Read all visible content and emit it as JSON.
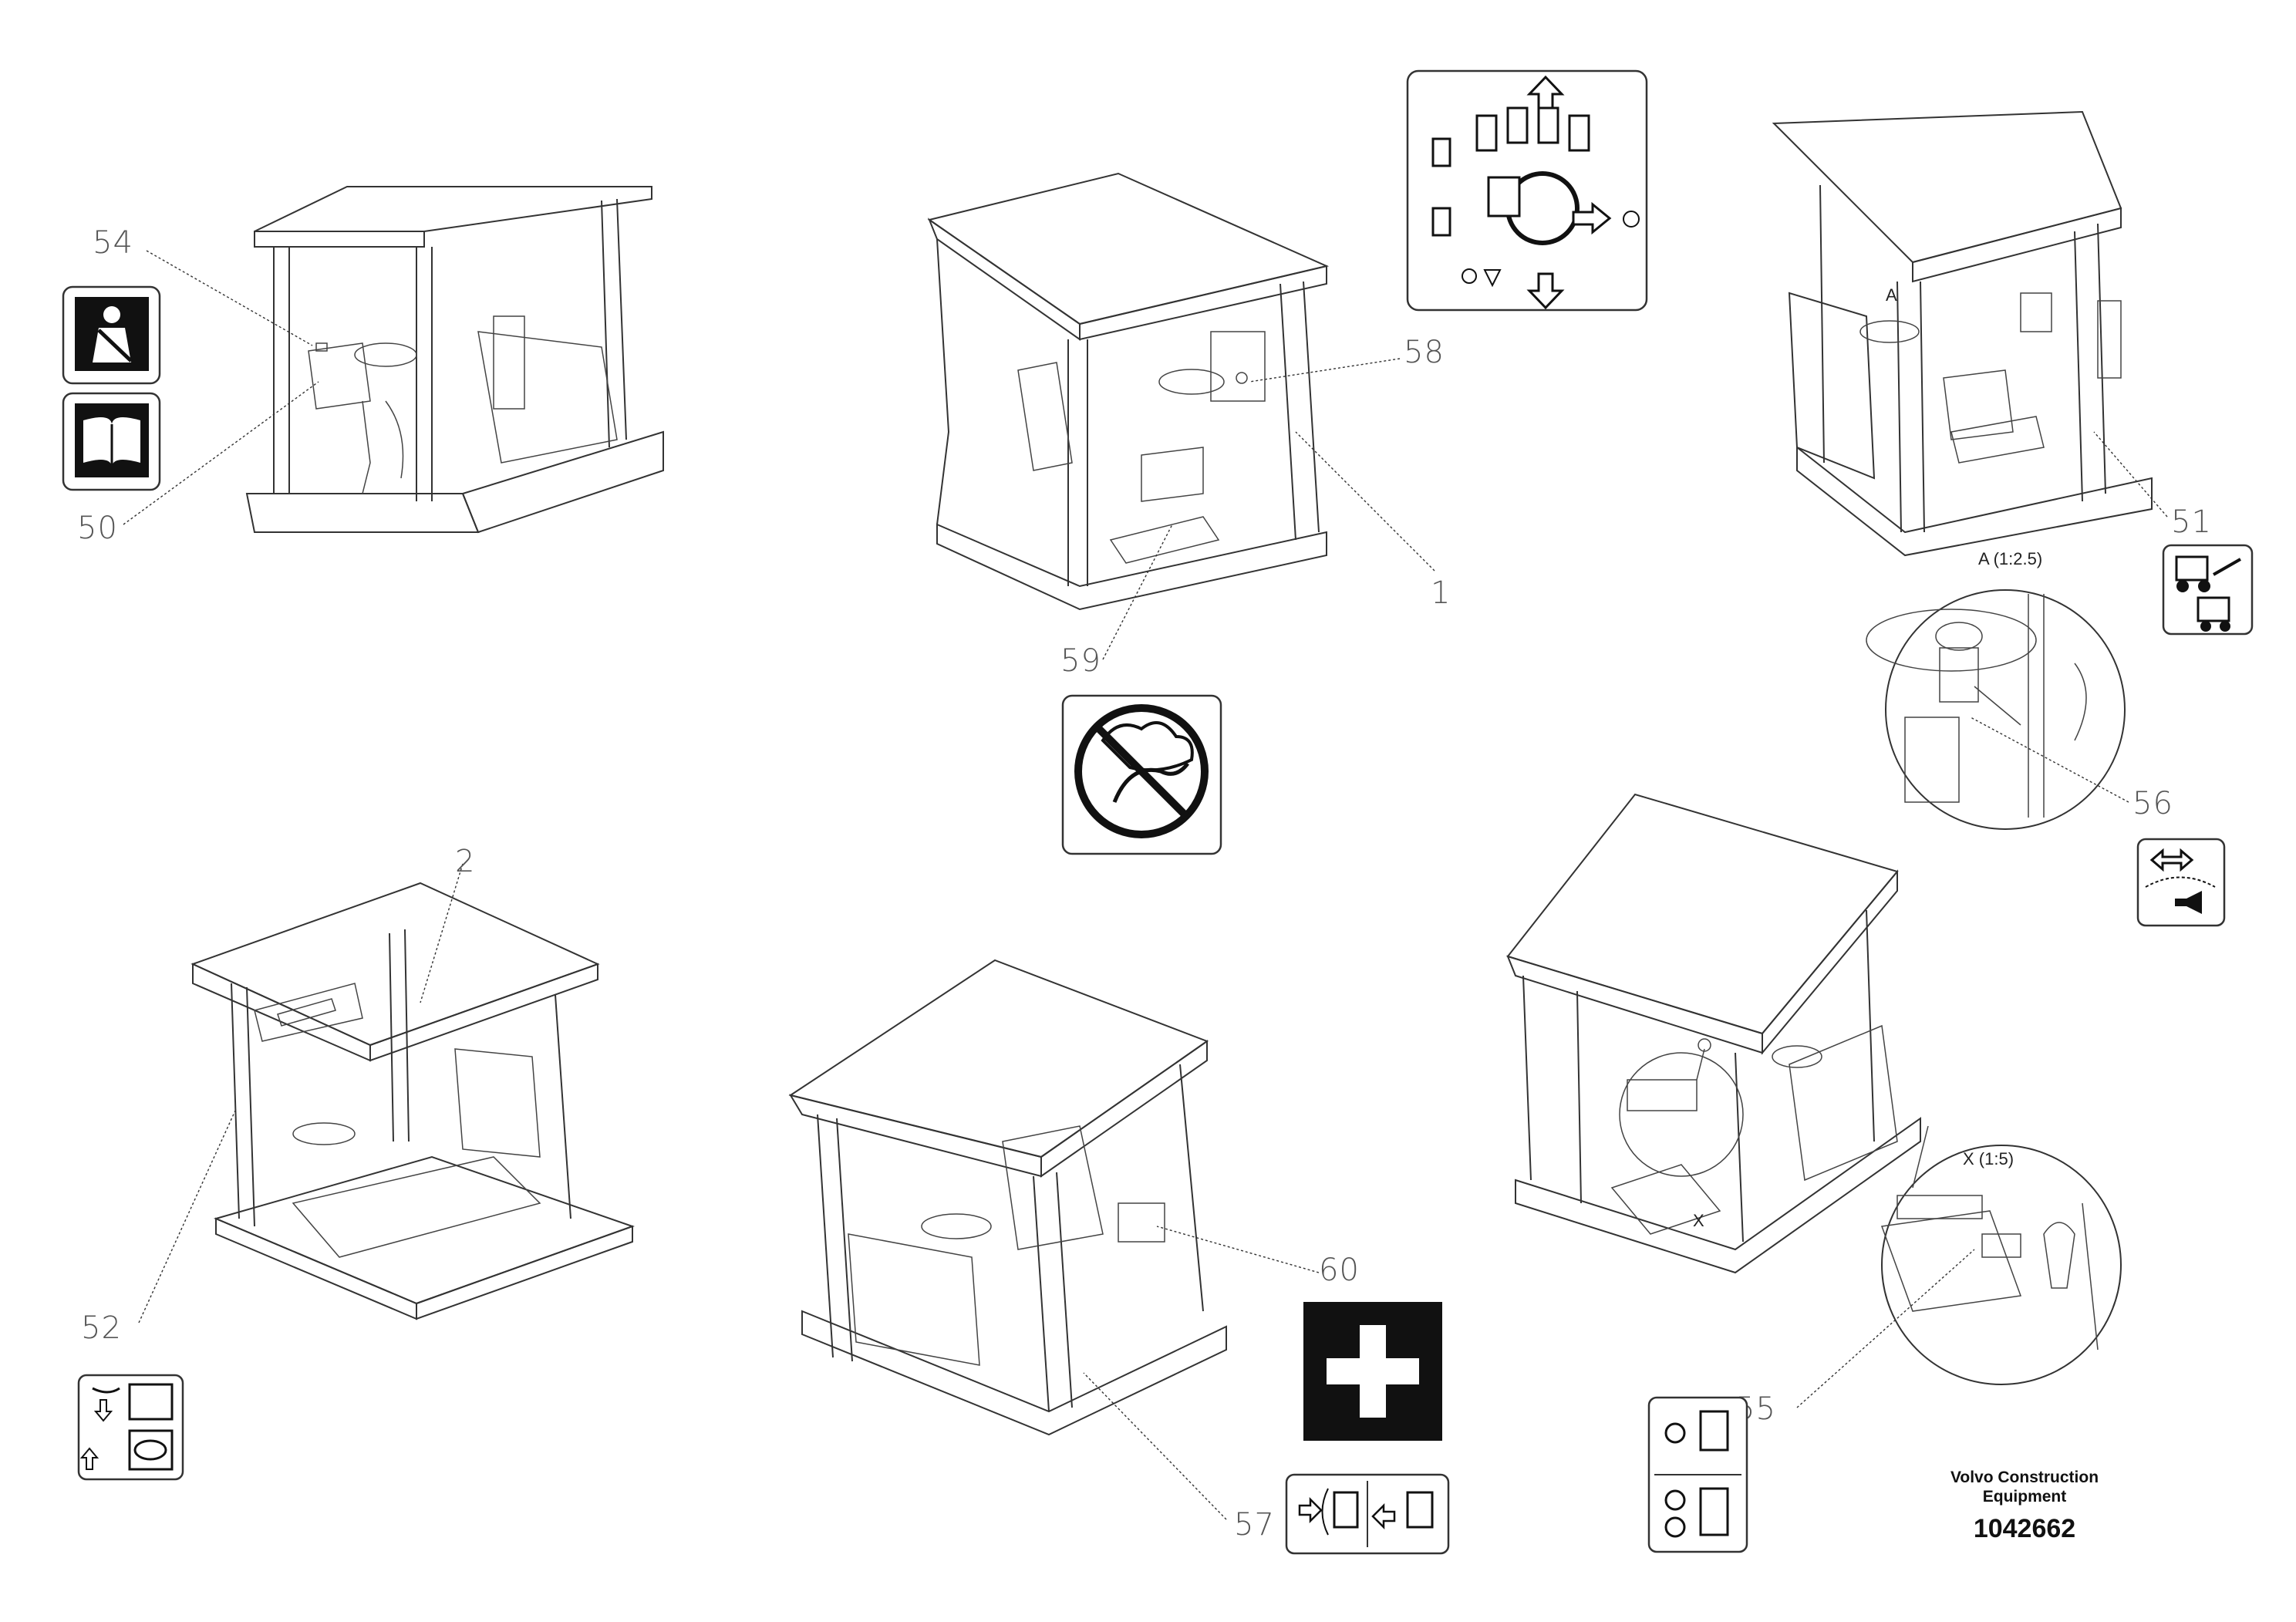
{
  "drawing": {
    "callouts": [
      "54",
      "50",
      "58",
      "1",
      "59",
      "51",
      "56",
      "2",
      "52",
      "60",
      "57",
      "55"
    ],
    "detail_labels": {
      "detail_a": "A (1:2.5)",
      "detail_x": "X (1:5)",
      "marker_a": "A",
      "marker_x": "X"
    },
    "icons": {
      "seatbelt": "seatbelt-decal-icon",
      "manual": "operator-manual-decal-icon",
      "joystick": "joystick-direction-decal-icon",
      "no_steam": "no-high-pressure-wash-decal-icon",
      "first_aid": "first-aid-cross-icon",
      "service": "machine-service-decal-icon",
      "horn": "horn-steering-decal-icon",
      "seat": "seat-adjust-decal-icon",
      "steering_mode": "steering-mode-decal-icon",
      "steering_lock": "steering-lock-decal-icon"
    }
  },
  "title_block": {
    "maker": "Volvo Construction Equipment",
    "part_number": "1042662"
  }
}
